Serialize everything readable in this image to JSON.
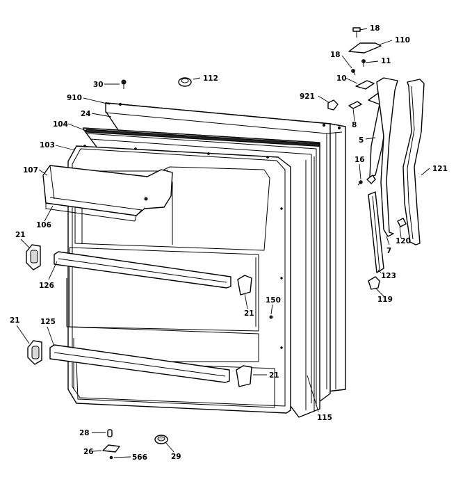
{
  "labels": {
    "l18a": "18",
    "l110": "110",
    "l18b": "18",
    "l11": "11",
    "l10": "10",
    "l30": "30",
    "l112": "112",
    "l910": "910",
    "l921": "921",
    "l24": "24",
    "l104": "104",
    "l8": "8",
    "l103": "103",
    "l5": "5",
    "l16": "16",
    "l107": "107",
    "l121": "121",
    "l106": "106",
    "l21a": "21",
    "l120": "120",
    "l7": "7",
    "l123": "123",
    "l126": "126",
    "l21b": "21",
    "l150": "150",
    "l119": "119",
    "l21c": "21",
    "l125": "125",
    "l21d": "21",
    "l115": "115",
    "l28": "28",
    "l26": "26",
    "l566": "566",
    "l29": "29"
  }
}
